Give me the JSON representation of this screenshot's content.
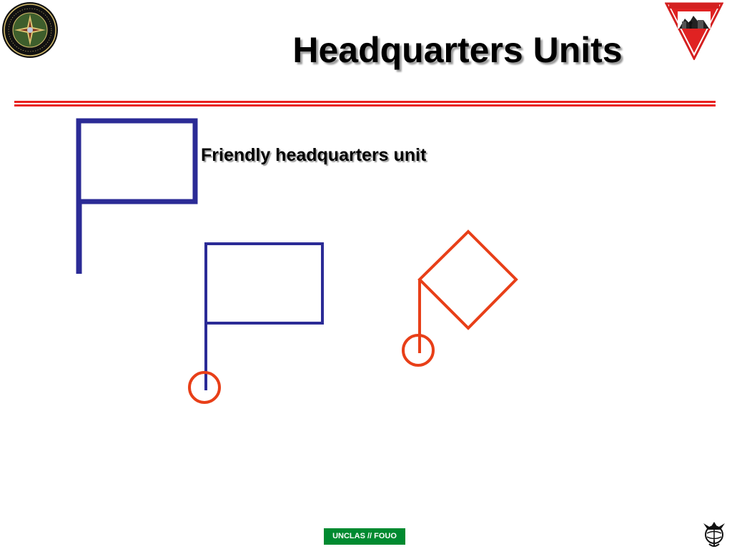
{
  "slide": {
    "title": "Headquarters Units",
    "label": "Friendly headquarters unit",
    "classification": "UNCLAS // FOUO"
  },
  "logos": {
    "left": "marine-corps-intelligence-schools-seal",
    "right": "company-level-intelligence-cell-triangle-logo",
    "bottom_right": "eagle-globe-anchor-emblem"
  },
  "colors": {
    "title_text": "#000000",
    "rule": "#e8201e",
    "friendly": "#2b2b96",
    "hostile": "#e83f18",
    "classification_bg": "#008a30",
    "classification_text": "#ffffff"
  }
}
